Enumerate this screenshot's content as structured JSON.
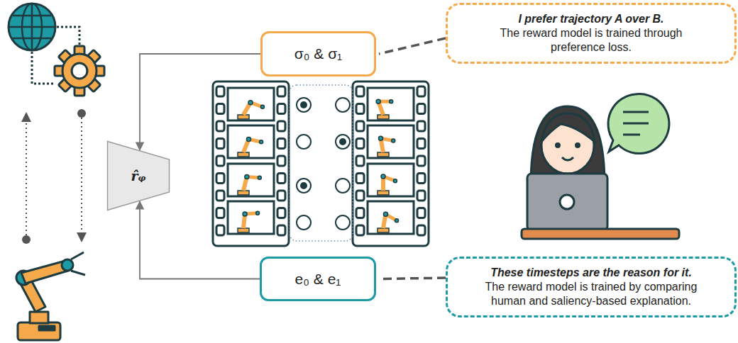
{
  "diagram": {
    "nodes": [
      {
        "text": [
          "σ₀ & σ₁"
        ]
      },
      {
        "text": [
          "I prefer trajectory A over B.",
          "The reward model is trained through preference loss."
        ]
      },
      {
        "text": [
          "r̂ᵩ"
        ]
      },
      {
        "text": [
          "e₀ & e₁"
        ]
      },
      {
        "text": [
          "These timesteps are the reason for it.",
          "The reward model is trained by comparing human and saliency-based explanation."
        ]
      }
    ],
    "edges": [
      {
        "from": 0,
        "to": 2,
        "arrow": "to"
      },
      {
        "from": 3,
        "to": 2,
        "arrow": "to"
      },
      {
        "from": 1,
        "to": 0,
        "arrow": "none"
      },
      {
        "from": 4,
        "to": 3,
        "arrow": "none"
      }
    ]
  }
}
